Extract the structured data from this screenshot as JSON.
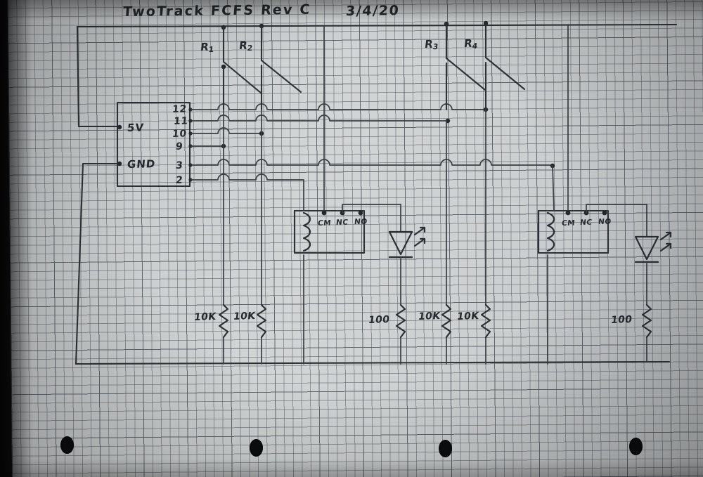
{
  "sheet": {
    "title": "TwoTrack FCFS Rev C",
    "date": "3/4/20",
    "medium": "graph-paper",
    "punch_hole_count": 4
  },
  "power": {
    "vcc_label": "5V",
    "gnd_label": "GND"
  },
  "controller": {
    "pins": [
      {
        "number": "12"
      },
      {
        "number": "11"
      },
      {
        "number": "10"
      },
      {
        "number": "9"
      },
      {
        "number": "3"
      },
      {
        "number": "2"
      }
    ]
  },
  "switches": [
    {
      "label": "R",
      "subscript": "1"
    },
    {
      "label": "R",
      "subscript": "2"
    },
    {
      "label": "R",
      "subscript": "3"
    },
    {
      "label": "R",
      "subscript": "4"
    }
  ],
  "relays": [
    {
      "name": "relay-left",
      "terminals": [
        "CM",
        "NC",
        "NO"
      ]
    },
    {
      "name": "relay-right",
      "terminals": [
        "CM",
        "NC",
        "NO"
      ]
    }
  ],
  "leds": [
    {
      "name": "led-left"
    },
    {
      "name": "led-right"
    }
  ],
  "resistors": [
    {
      "value": "10K",
      "position": "left-1"
    },
    {
      "value": "10K",
      "position": "left-2"
    },
    {
      "value": "100",
      "position": "center-led"
    },
    {
      "value": "10K",
      "position": "center-1"
    },
    {
      "value": "10K",
      "position": "center-2"
    },
    {
      "value": "100",
      "position": "right-led"
    }
  ],
  "colors": {
    "ink": "#2e3236",
    "paper": "#cdd0d1",
    "grid": "#5a5f69",
    "background": "#1d1d1d"
  }
}
